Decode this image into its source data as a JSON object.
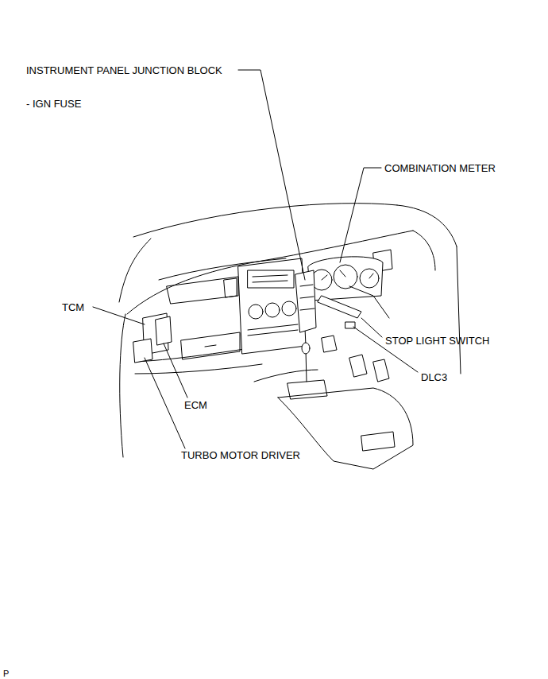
{
  "diagram": {
    "labels": [
      "INSTRUMENT PANEL JUNCTION BLOCK",
      "- IGN FUSE",
      "COMBINATION METER",
      "TCM",
      "STOP LIGHT SWITCH",
      "DLC3",
      "ECM",
      "TURBO MOTOR DRIVER",
      "P"
    ]
  }
}
